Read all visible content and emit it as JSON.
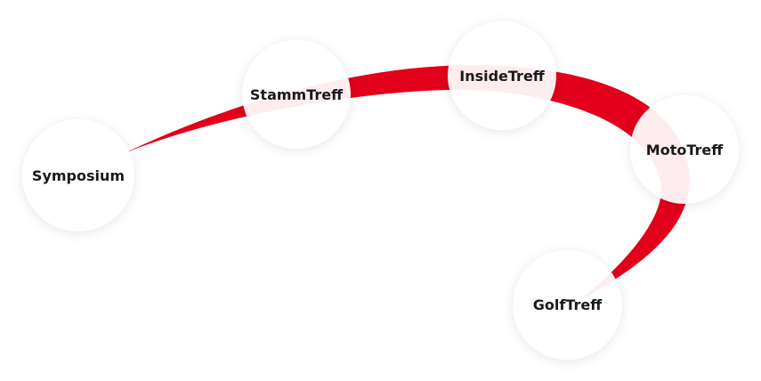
{
  "diagram": {
    "accent_color": "#e2001a",
    "nodes": [
      {
        "id": "symposium",
        "label": "Symposium"
      },
      {
        "id": "stamm",
        "label": "StammTreff"
      },
      {
        "id": "inside",
        "label": "InsideTreff"
      },
      {
        "id": "moto",
        "label": "MotoTreff"
      },
      {
        "id": "golf",
        "label": "GolfTreff"
      }
    ]
  }
}
